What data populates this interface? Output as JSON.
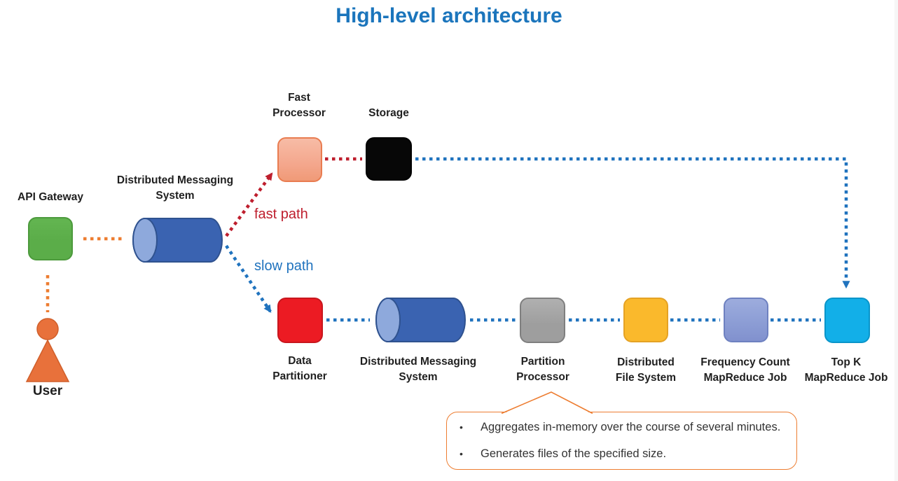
{
  "title": "High-level architecture",
  "colors": {
    "title": "#1B75BC",
    "label": "#1F1F1F",
    "orange-connector": "#ED7D31",
    "fast-path": "#BE1E2D",
    "slow-path": "#2073BE",
    "green-fill": "#5BAD49",
    "green-border": "#4C9A3C",
    "cyl-body": "#3A63B1",
    "cyl-cap": "#8EA9DC",
    "cyl-border": "#2F528F",
    "salmon-fill": "#F4A78D",
    "salmon-border": "#E97C50",
    "black-fill": "#070707",
    "red-fill": "#EC1B23",
    "red-border": "#C8161D",
    "gray-fill": "#9E9E9E",
    "gray-border": "#7F7F7F",
    "yellow-fill": "#FAB92C",
    "yellow-border": "#E5A224",
    "periwinkle-fill": "#8E9FD6",
    "periwinkle-border": "#6E81C0",
    "cyan-fill": "#12AFE8",
    "cyan-border": "#0A95C9",
    "user-fill": "#E8713B",
    "user-border": "#D05F2A",
    "callout-border": "#ED7D31",
    "callout-text": "#333333"
  },
  "nodes": {
    "api_gateway": {
      "label": "API Gateway"
    },
    "dms_top": {
      "label_line1": "Distributed Messaging",
      "label_line2": "System"
    },
    "fast_processor": {
      "label_line1": "Fast",
      "label_line2": "Processor"
    },
    "storage": {
      "label": "Storage"
    },
    "data_partitioner": {
      "label_line1": "Data",
      "label_line2": "Partitioner"
    },
    "dms_bottom": {
      "label_line1": "Distributed Messaging",
      "label_line2": "System"
    },
    "partition_processor": {
      "label_line1": "Partition",
      "label_line2": "Processor"
    },
    "distributed_file_system": {
      "label_line1": "Distributed",
      "label_line2": "File System"
    },
    "frequency_count_job": {
      "label_line1": "Frequency Count",
      "label_line2": "MapReduce Job"
    },
    "top_k_job": {
      "label_line1": "Top K",
      "label_line2": "MapReduce Job"
    },
    "user": {
      "label": "User"
    }
  },
  "edges": {
    "fast_path_label": "fast path",
    "slow_path_label": "slow path"
  },
  "callout": {
    "bullet_char": "•",
    "bullet1": "Aggregates in-memory over the course of several minutes.",
    "bullet2": "Generates files of the specified size."
  }
}
